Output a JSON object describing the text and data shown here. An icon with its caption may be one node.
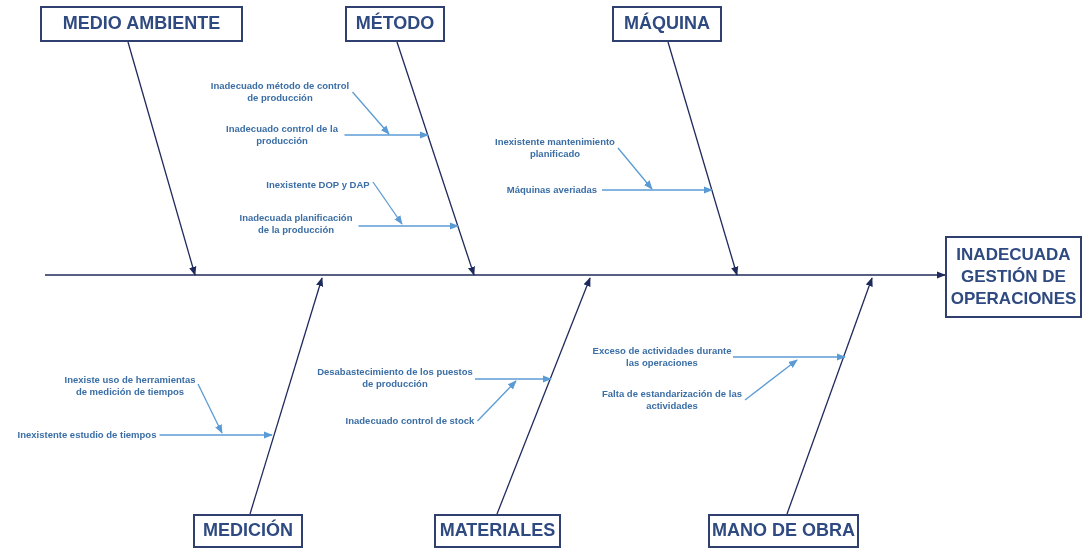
{
  "diagram": {
    "nodes": [
      {
        "text": [
          "INADECUADA GESTIÓN DE OPERACIONES"
        ]
      },
      {
        "text": [
          "MEDIO AMBIENTE"
        ]
      },
      {
        "text": [
          "MÉTODO"
        ]
      },
      {
        "text": [
          "MÁQUINA"
        ]
      },
      {
        "text": [
          "MEDICIÓN"
        ]
      },
      {
        "text": [
          "MATERIALES"
        ]
      },
      {
        "text": [
          "MANO DE OBRA"
        ]
      },
      {
        "text": [
          "Inadecuado método de control de producción"
        ]
      },
      {
        "text": [
          "Inadecuado control de la producción"
        ]
      },
      {
        "text": [
          "Inexistente DOP y DAP"
        ]
      },
      {
        "text": [
          "Inadecuada planificación de la producción"
        ]
      },
      {
        "text": [
          "Inexistente mantenimiento planificado"
        ]
      },
      {
        "text": [
          "Máquinas averiadas"
        ]
      },
      {
        "text": [
          "Inexiste uso de herramientas de medición de tiempos"
        ]
      },
      {
        "text": [
          "Inexistente estudio de tiempos"
        ]
      },
      {
        "text": [
          "Desabastecimiento de los puestos de producción"
        ]
      },
      {
        "text": [
          "Inadecuado control de stock"
        ]
      },
      {
        "text": [
          "Exceso de actividades durante las operaciones"
        ]
      },
      {
        "text": [
          "Falta de estandarización de las actividades"
        ]
      }
    ],
    "edges": [
      {
        "from": null,
        "to": 0,
        "arrow": "to",
        "color": "#1f2a5c"
      },
      {
        "from": 1,
        "to": null,
        "arrow": "to",
        "color": "#1f2a5c"
      },
      {
        "from": 2,
        "to": null,
        "arrow": "to",
        "color": "#1f2a5c"
      },
      {
        "from": 3,
        "to": null,
        "arrow": "to",
        "color": "#1f2a5c"
      },
      {
        "from": 4,
        "to": null,
        "arrow": "to",
        "color": "#1f2a5c"
      },
      {
        "from": 5,
        "to": null,
        "arrow": "to",
        "color": "#1f2a5c"
      },
      {
        "from": 6,
        "to": null,
        "arrow": "to",
        "color": "#1f2a5c"
      },
      {
        "from": 7,
        "to": null,
        "arrow": "to"
      },
      {
        "from": 8,
        "to": null,
        "arrow": "to"
      },
      {
        "from": 9,
        "to": null,
        "arrow": "to"
      },
      {
        "from": 10,
        "to": null,
        "arrow": "to"
      },
      {
        "from": 11,
        "to": null,
        "arrow": "to"
      },
      {
        "from": 12,
        "to": null,
        "arrow": "to"
      },
      {
        "from": 13,
        "to": null,
        "arrow": "to"
      },
      {
        "from": 14,
        "to": null,
        "arrow": "to"
      },
      {
        "from": 15,
        "to": null,
        "arrow": "to"
      },
      {
        "from": 16,
        "to": null,
        "arrow": "to"
      },
      {
        "from": 17,
        "to": null,
        "arrow": "to"
      },
      {
        "from": 18,
        "to": null,
        "arrow": "to"
      }
    ]
  }
}
